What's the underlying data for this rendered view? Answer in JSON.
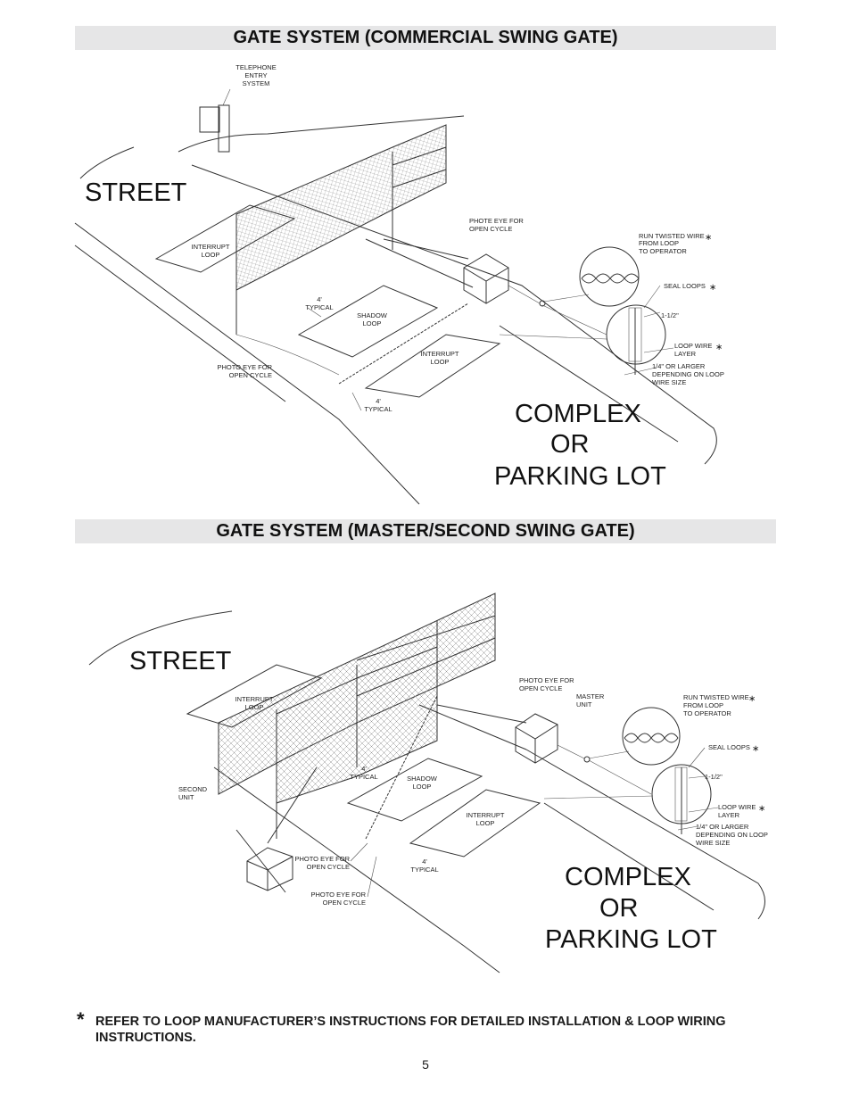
{
  "diagram1": {
    "title": "GATE SYSTEM (COMMERCIAL SWING GATE)",
    "street": "STREET",
    "complex": [
      "COMPLEX",
      "OR",
      "PARKING LOT"
    ],
    "labels": {
      "telephone": [
        "TELEPHONE",
        "ENTRY",
        "SYSTEM"
      ],
      "interrupt_top": [
        "INTERRUPT",
        "LOOP"
      ],
      "photo_eye_top": [
        "PHOTE EYE FOR",
        "OPEN CYCLE"
      ],
      "run_twisted": [
        "RUN TWISTED WIRE",
        "FROM LOOP",
        "TO OPERATOR"
      ],
      "seal_loops": "SEAL LOOPS",
      "dim_1_5": "1-1/2\"",
      "typical_upper": [
        "4'",
        "TYPICAL"
      ],
      "shadow_loop": [
        "SHADOW",
        "LOOP"
      ],
      "loop_wire": [
        "LOOP WIRE",
        "LAYER"
      ],
      "larger": [
        "1/4\" OR LARGER",
        "DEPENDING ON LOOP",
        "WIRE SIZE"
      ],
      "interrupt_bottom": [
        "INTERRUPT",
        "LOOP"
      ],
      "photo_eye_bottom": [
        "PHOTO EYE FOR",
        "OPEN CYCLE"
      ],
      "typical_lower": [
        "4'",
        "TYPICAL"
      ]
    }
  },
  "diagram2": {
    "title": "GATE SYSTEM (MASTER/SECOND SWING GATE)",
    "street": "STREET",
    "complex": [
      "COMPLEX",
      "OR",
      "PARKING LOT"
    ],
    "labels": {
      "interrupt_top": [
        "INTERRUPT",
        "LOOP"
      ],
      "photo_eye_top": [
        "PHOTO EYE FOR",
        "OPEN CYCLE"
      ],
      "master_unit": [
        "MASTER",
        "UNIT"
      ],
      "run_twisted": [
        "RUN TWISTED WIRE",
        "FROM LOOP",
        "TO OPERATOR"
      ],
      "seal_loops": "SEAL LOOPS",
      "dim_1_5": "1-1/2\"",
      "typical_upper": [
        "4'",
        "TYPICAL"
      ],
      "shadow_loop": [
        "SHADOW",
        "LOOP"
      ],
      "second_unit": [
        "SECOND",
        "UNIT"
      ],
      "interrupt_bottom": [
        "INTERRUPT",
        "LOOP"
      ],
      "loop_wire": [
        "LOOP WIRE",
        "LAYER"
      ],
      "larger": [
        "1/4\" OR LARGER",
        "DEPENDING ON LOOP",
        "WIRE SIZE"
      ],
      "photo_eye_mid": [
        "PHOTO EYE FOR",
        "OPEN CYCLE"
      ],
      "typical_lower": [
        "4'",
        "TYPICAL"
      ],
      "photo_eye_bottom": [
        "PHOTO EYE FOR",
        "OPEN CYCLE"
      ]
    }
  },
  "footnote": {
    "symbol": "*",
    "text": "REFER TO LOOP MANUFACTURER’S INSTRUCTIONS FOR DETAILED INSTALLATION & LOOP WIRING INSTRUCTIONS."
  },
  "page_number": "5"
}
